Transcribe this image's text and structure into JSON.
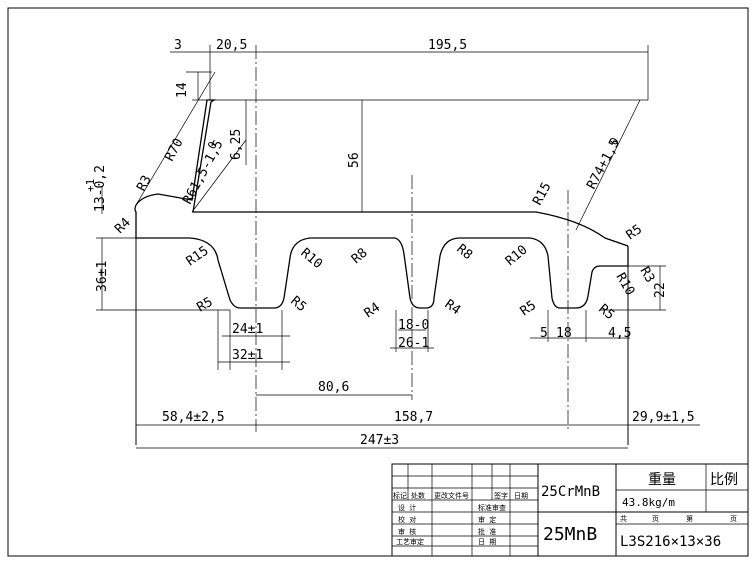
{
  "dimensions": {
    "d3": "3",
    "d20_5": "20,5",
    "d195_5": "195,5",
    "d14": "14",
    "d6_25": "6,25",
    "d56": "56",
    "r70": "R70",
    "r61_5": "R61,5-1,5",
    "r61_5_tol": "0",
    "r3": "R3",
    "r4_top": "R4",
    "d13": "13-0,2",
    "d13_tol": "+1",
    "r15_left": "R15",
    "r15_right": "R15",
    "r74": "R74+1,5",
    "r74_tol": "0",
    "r5_tr": "R5",
    "d36": "36±1",
    "r10_a": "R10",
    "r8_a": "R8",
    "r8_b": "R8",
    "r10_b": "R10",
    "r10_c": "R10",
    "r3_right": "R3",
    "d22": "22",
    "r5_a": "R5",
    "r5_b": "R5",
    "r4_a": "R4",
    "r4_b": "R4",
    "r5_c": "R5",
    "r5_d": "R5",
    "d24": "24±1",
    "d32": "32±1",
    "d18": "18-0",
    "d26": "26-1",
    "d5": "5",
    "d18_r": "18",
    "d4_5": "4,5",
    "d80_6": "80,6",
    "d58_4": "58,4±2,5",
    "d158_7": "158,7",
    "d29_9": "29,9±1,5",
    "d247": "247±3"
  },
  "title_block": {
    "rev_headers": [
      "标记",
      "处数",
      "更改文件号",
      "签字",
      "日期"
    ],
    "role_labels": [
      "设 计",
      "校 对",
      "审 核",
      "工艺审定"
    ],
    "approval_labels": [
      "标准审查",
      "审 定",
      "批 准",
      "日 期"
    ],
    "material_1": "25CrMnB",
    "material_2": "25MnB",
    "weight_label": "重量",
    "scale_label": "比例",
    "weight_value": "43.8kg/m",
    "sheet_total": "共",
    "sheet_unit_1": "页",
    "sheet_no": "第",
    "sheet_unit_2": "页",
    "part_number": "L3S216×13×36"
  }
}
